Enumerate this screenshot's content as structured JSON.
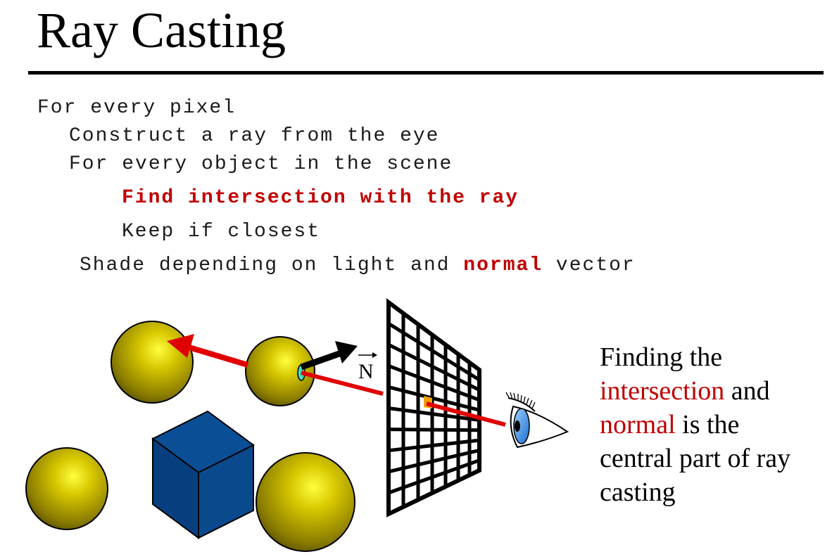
{
  "slide": {
    "title": "Ray Casting"
  },
  "pseudocode": {
    "line1": "For every pixel",
    "line2": "Construct a ray from the eye",
    "line3": "For every object in the scene",
    "line4": "Find intersection with the ray",
    "line5": "Keep if closest",
    "line6_pre": "Shade depending on light and ",
    "line6_hl": "normal",
    "line6_post": " vector"
  },
  "diagram": {
    "normal_label": "N"
  },
  "caption": {
    "p1": "Finding the ",
    "hl1": "intersection",
    "p2": " and ",
    "hl2": "normal",
    "p3": " is the central part of ray casting"
  },
  "colors": {
    "highlight": "#c00000",
    "ray": "#e00000",
    "sphere": "#c8b400",
    "cube": "#0a4a8c"
  }
}
